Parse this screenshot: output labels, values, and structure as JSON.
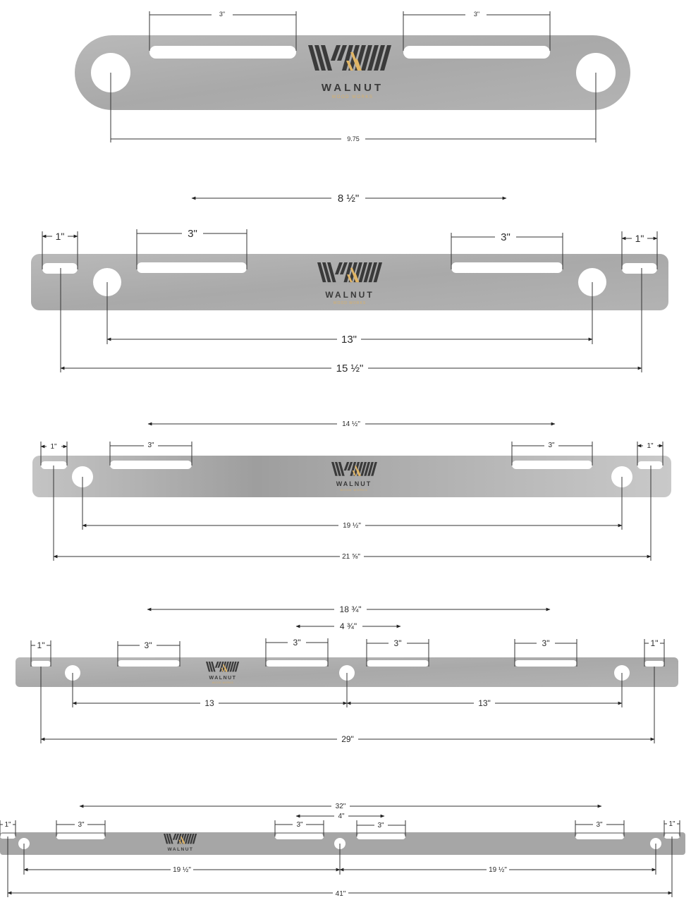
{
  "brand": {
    "name": "WALNUT",
    "tagline": "WOOD WORKS",
    "mark_icon": "walnut-w-logo",
    "colors": {
      "dark": "#3a3a3a",
      "gold": "#e0b566"
    }
  },
  "plates": [
    {
      "id": "plate-1",
      "labels": {
        "slot_left": "3\"",
        "slot_right": "3\"",
        "holes": "9.75"
      }
    },
    {
      "id": "plate-2",
      "labels": {
        "top_span": "8 ½\"",
        "end_left": "1\"",
        "end_right": "1\"",
        "slot_left": "3\"",
        "slot_right": "3\"",
        "holes": "13\"",
        "overall": "15 ½\""
      }
    },
    {
      "id": "plate-3",
      "labels": {
        "top_span": "14 ½\"",
        "end_left": "1\"",
        "end_right": "1\"",
        "slot_left": "3\"",
        "slot_right": "3\"",
        "holes": "19 ½\"",
        "overall": "21 ⅝\""
      }
    },
    {
      "id": "plate-4",
      "labels": {
        "top_span": "18 ¾\"",
        "center_span": "4 ¾\"",
        "end_left": "1\"",
        "end_right": "1\"",
        "slot_1": "3\"",
        "slot_2": "3\"",
        "slot_3": "3\"",
        "slot_4": "3\"",
        "holes_left": "13",
        "holes_right": "13\"",
        "overall": "29\""
      }
    },
    {
      "id": "plate-5",
      "labels": {
        "top_span": "32\"",
        "center_span": "4\"",
        "end_left": "1\"",
        "end_right": "1\"",
        "slot_1": "3\"",
        "slot_2": "3\"",
        "slot_3": "3\"",
        "slot_4": "3\"",
        "holes_left": "19 ½\"",
        "holes_right": "19 ½\"",
        "overall": "41\""
      }
    }
  ]
}
